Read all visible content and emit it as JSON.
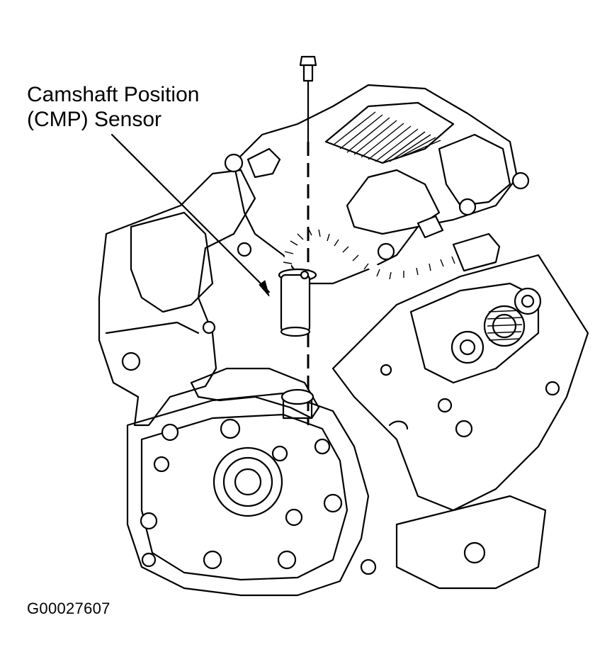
{
  "callout": {
    "line1": "Camshaft Position",
    "line2": "(CMP) Sensor"
  },
  "figure_id": "G00027607",
  "icons": {
    "drawing": "engine-front-line-drawing",
    "bolt": "bolt-icon",
    "sensor": "cmp-sensor-icon"
  }
}
